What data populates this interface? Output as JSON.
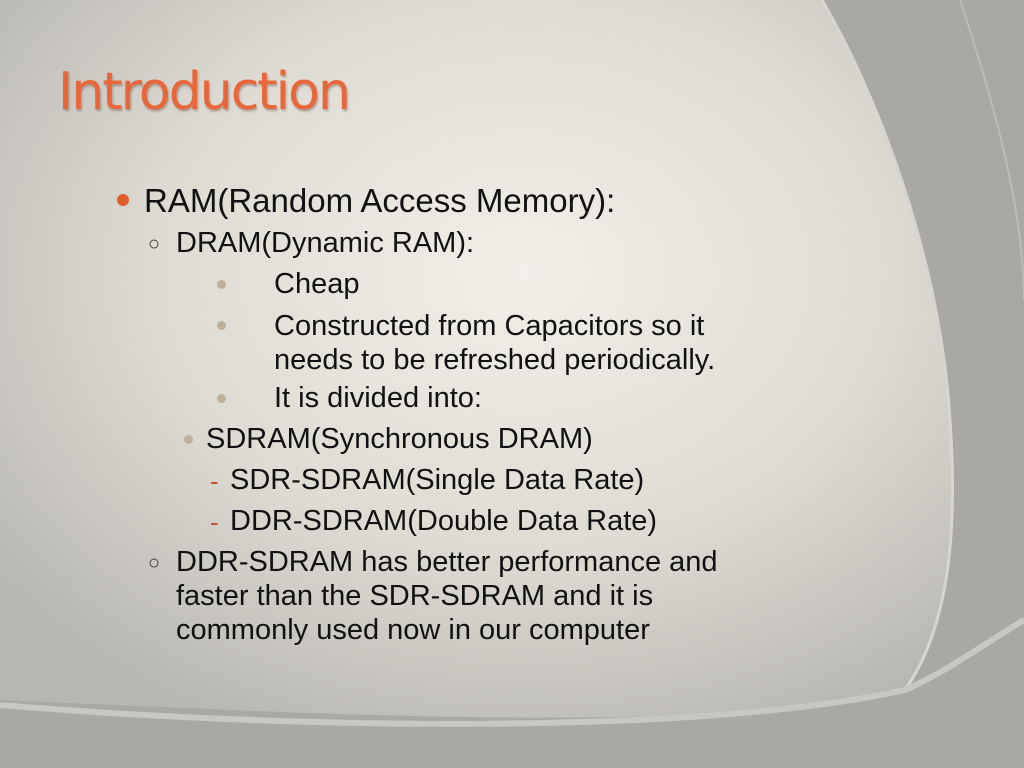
{
  "slide": {
    "title": "Introduction",
    "bullets": {
      "ram": "RAM(Random Access Memory):",
      "dram": "DRAM(Dynamic RAM):",
      "cheap": "Cheap",
      "capacitors_line1": "Constructed from Capacitors so it",
      "capacitors_line2": "needs to be refreshed periodically.",
      "divided": "It is divided into:",
      "sdram": "SDRAM(Synchronous DRAM)",
      "sdr": "SDR-SDRAM(Single Data Rate)",
      "ddr": "DDR-SDRAM(Double Data Rate)",
      "perf_line1": "DDR-SDRAM has better performance and",
      "perf_line2": "faster than the SDR-SDRAM and it is",
      "perf_line3": "commonly used now in our computer"
    }
  },
  "colors": {
    "title": "#e8663a",
    "primary_bullet": "#e25c2c",
    "secondary_bullet": "#bdb19a"
  },
  "icons": {
    "level1": "filled-circle",
    "level2": "hollow-circle",
    "level3": "filled-circle",
    "dash": "dash"
  }
}
